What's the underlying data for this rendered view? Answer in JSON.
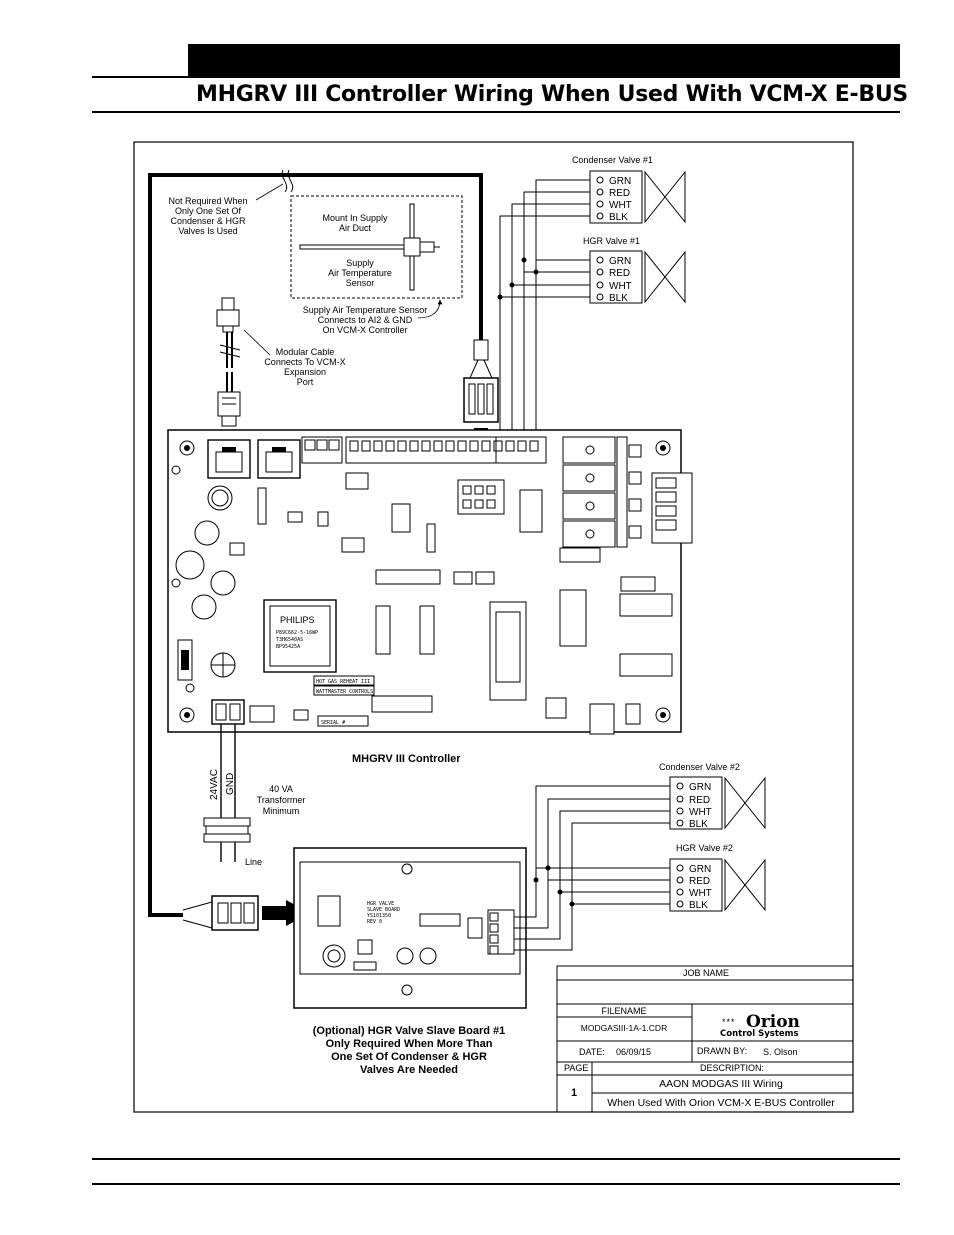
{
  "page": {
    "title": "MHGRV III Controller Wiring When Used With VCM-X E-BUS"
  },
  "labels": {
    "condenser_valve_1": "Condenser Valve #1",
    "hgr_valve_1": "HGR Valve #1",
    "condenser_valve_2": "Condenser Valve #2",
    "hgr_valve_2": "HGR Valve #2",
    "wire_colors": [
      "GRN",
      "RED",
      "WHT",
      "BLK"
    ],
    "not_required": [
      "Not Required When",
      "Only One Set Of",
      "Condenser & HGR",
      "Valves Is Used"
    ],
    "mount_in_supply": [
      "Mount In Supply",
      "Air Duct"
    ],
    "supply_air_temp_sensor": [
      "Supply",
      "Air Temperature",
      "Sensor"
    ],
    "sensor_connects": [
      "Supply Air Temperature Sensor",
      "Connects to AI2 & GND",
      "On VCM-X Controller"
    ],
    "modular_cable": [
      "Modular Cable",
      "Connects To VCM-X",
      "Expansion",
      "Port"
    ],
    "controller_name": "MHGRV III Controller",
    "vac_24": "24VAC",
    "gnd": "GND",
    "transformer": [
      "40 VA",
      "Transformer",
      "Minimum"
    ],
    "line": "Line",
    "slave_board_note": [
      "(Optional) HGR Valve Slave Board #1",
      "Only Required When More Than",
      "One Set Of Condenser & HGR",
      "Valves Are Needed"
    ]
  },
  "board_markings": {
    "philips": "PHILIPS",
    "chip_line1": "P89C662-5-16WP",
    "chip_line2": "T3H6540AS",
    "chip_line3": "BP95425A",
    "hot_gas": "HOT GAS REHEAT III",
    "wattmaster": "WATTMASTER CONTROLS",
    "serial": "SERIAL #",
    "slave_line1": "HGR VALVE",
    "slave_line2": "SLAVE BOARD",
    "slave_line3": "YS101350",
    "slave_line4": "REV 0"
  },
  "title_block": {
    "job_name_label": "JOB NAME",
    "filename_label": "FILENAME",
    "filename": "MODGASIII-1A-1.CDR",
    "date_label": "DATE:",
    "date": "06/09/15",
    "drawn_by_label": "DRAWN BY:",
    "drawn_by": "S. Olson",
    "page_label": "PAGE",
    "page": "1",
    "description_label": "DESCRIPTION:",
    "description_line1": "AAON MODGAS III Wiring",
    "description_line2": "When Used With Orion VCM-X E-BUS Controller",
    "logo_stars": "***",
    "logo_name": "Orion",
    "logo_sub": "Control Systems"
  }
}
